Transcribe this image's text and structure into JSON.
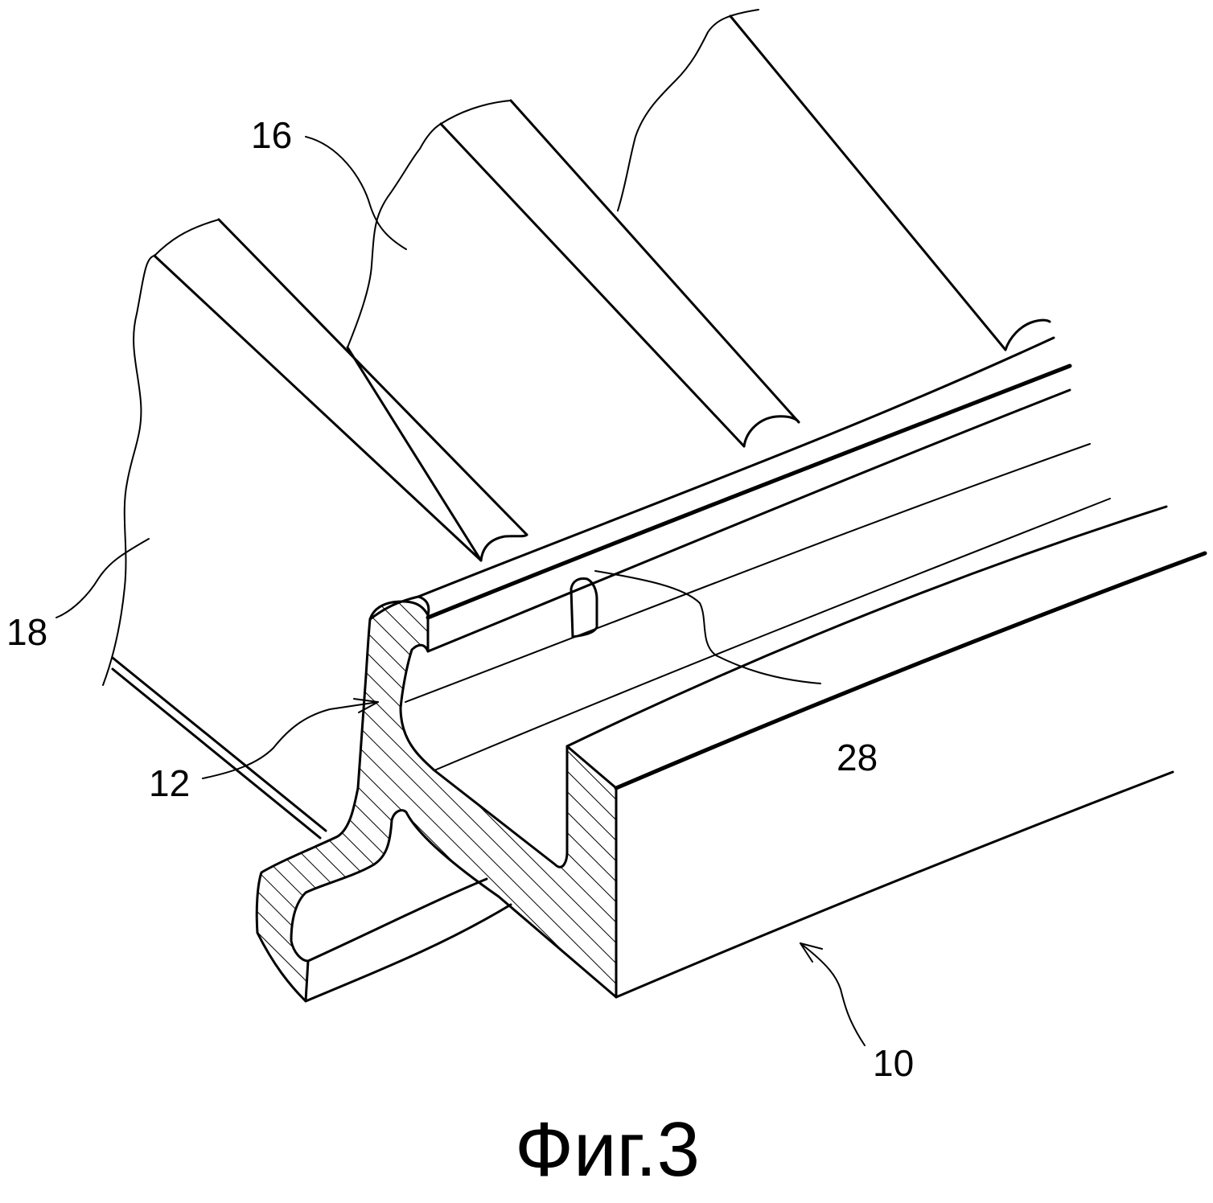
{
  "figure": {
    "caption": "Фиг.3",
    "reference_numerals": {
      "rim": "10",
      "blade_root": "12",
      "blade": "16",
      "adjacent_blade": "18",
      "hole": "28"
    }
  },
  "colors": {
    "line": "#000000",
    "background": "#ffffff"
  }
}
